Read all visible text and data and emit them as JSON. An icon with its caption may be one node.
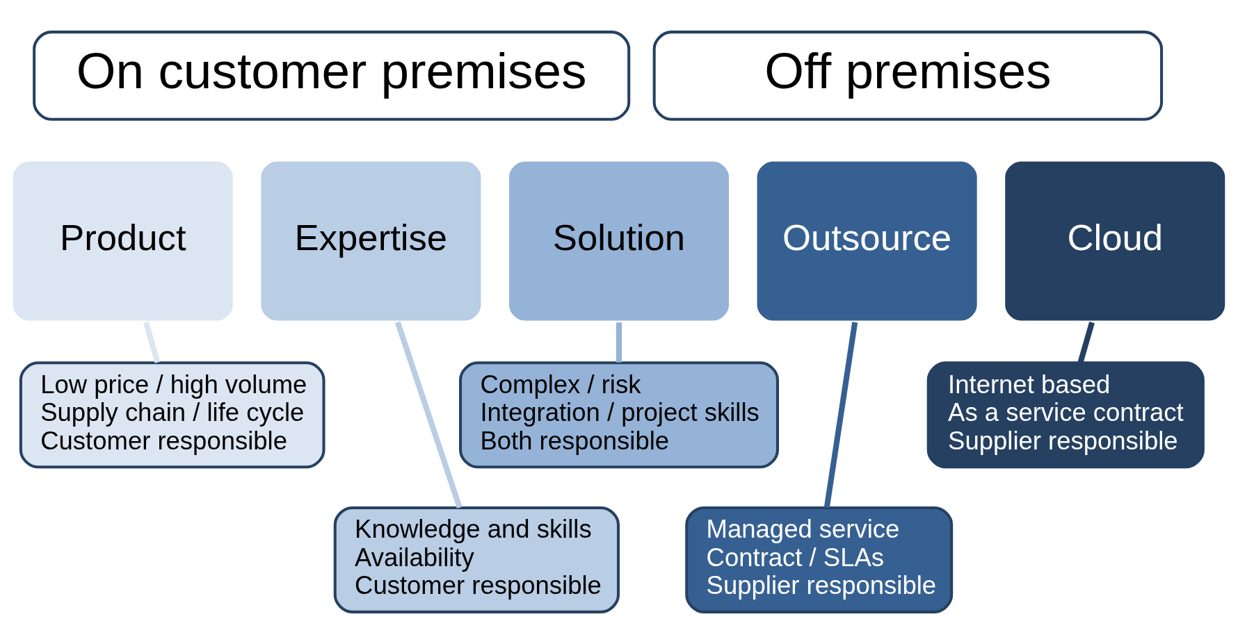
{
  "diagram": {
    "nodes": [
      {
        "text": [
          "On customer premises"
        ]
      },
      {
        "text": [
          "Off premises"
        ]
      },
      {
        "text": [
          "Product"
        ]
      },
      {
        "text": [
          "Expertise"
        ]
      },
      {
        "text": [
          "Solution"
        ]
      },
      {
        "text": [
          "Outsource"
        ]
      },
      {
        "text": [
          "Cloud"
        ]
      },
      {
        "text": [
          "Low price / high volume",
          "Supply chain / life cycle",
          "Customer responsible"
        ]
      },
      {
        "text": [
          "Knowledge and skills",
          "Availability",
          "Customer responsible"
        ]
      },
      {
        "text": [
          "Complex / risk",
          "Integration / project skills",
          "Both responsible"
        ]
      },
      {
        "text": [
          "Managed service",
          "Contract / SLAs",
          "Supplier responsible"
        ]
      },
      {
        "text": [
          "Internet based",
          "As a service contract",
          "Supplier responsible"
        ]
      }
    ],
    "edges": [
      {
        "from": 2,
        "to": 7,
        "arrow": "none",
        "color": "#dce6f2"
      },
      {
        "from": 3,
        "to": 8,
        "arrow": "none",
        "color": "#b9cde5"
      },
      {
        "from": 4,
        "to": 9,
        "arrow": "none",
        "color": "#95b3d7"
      },
      {
        "from": 5,
        "to": 10,
        "arrow": "none",
        "color": "#366092"
      },
      {
        "from": 6,
        "to": 11,
        "arrow": "none",
        "color": "#254061"
      }
    ]
  }
}
